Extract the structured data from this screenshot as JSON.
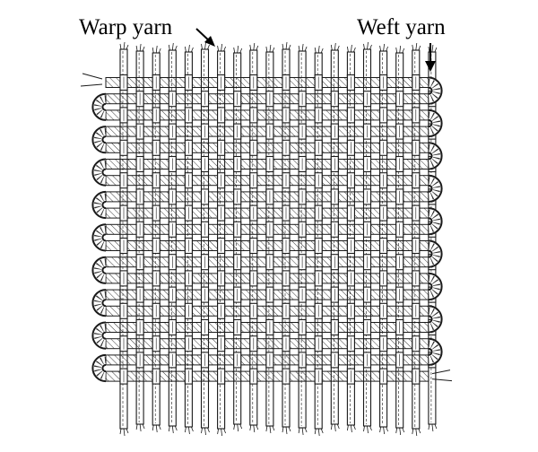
{
  "labels": {
    "warp": "Warp yarn",
    "weft": "Weft yarn"
  },
  "colors": {
    "ink": "#1a1a1a",
    "background": "#ffffff"
  },
  "weave": {
    "pattern": "plain weave",
    "warp_count": 20,
    "weft_count": 19
  }
}
